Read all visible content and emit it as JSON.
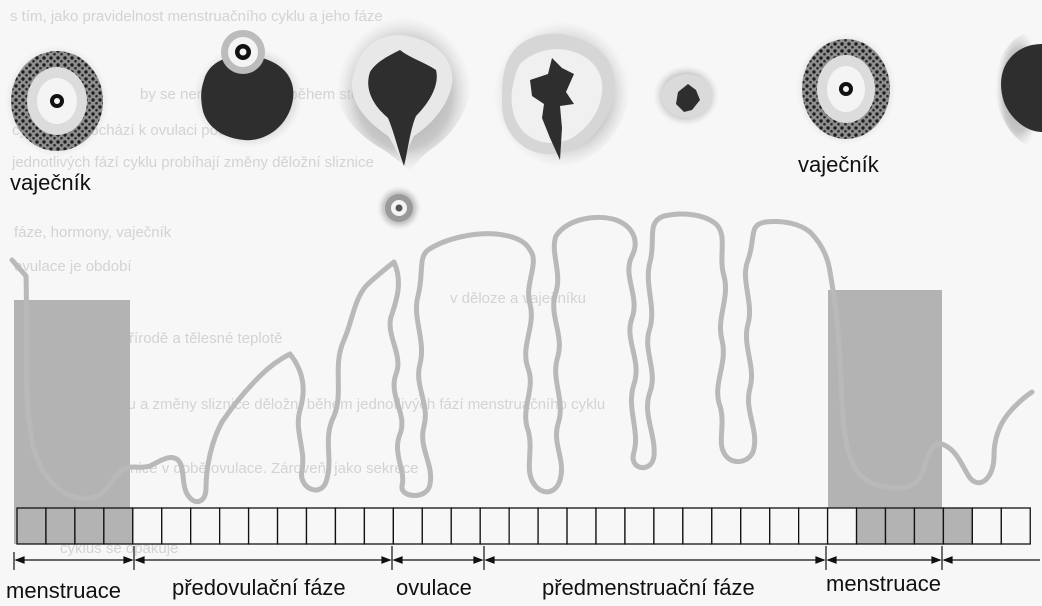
{
  "labels": {
    "ovary_left": "vaječník",
    "ovary_right": "vaječník"
  },
  "phases": [
    {
      "key": "menstruation_1",
      "label": "menstruace"
    },
    {
      "key": "preovulation",
      "label": "předovulační fáze"
    },
    {
      "key": "ovulation",
      "label": "ovulace"
    },
    {
      "key": "premenstruation",
      "label": "předmenstruační fáze"
    },
    {
      "key": "menstruation_2",
      "label": "menstruace"
    }
  ],
  "day_strip": {
    "total_days": 35,
    "menstruation_days": [
      1,
      2,
      3,
      4,
      30,
      31,
      32,
      33
    ]
  },
  "bleedthrough": [
    "s tím, jako pravidelnost menstruačního cyklu a jeho fáze",
    "by se neměla ovulace během stejného dne",
    "cyklu, kdy dochází k ovulaci podle typu",
    "jednotlivých fází cyklu probíhají změny děložní sliznice",
    "fáze, hormony, vaječník",
    "ovulace je období",
    "v děloze a vaječníku",
    "o fázích cyklu v přírodě a tělesné teplotě",
    "trvání cyklu a změny sliznice děložní během jednotlivých fází menstruačního cyklu",
    "změny sliznice v době ovulace. Zároveň, jako sekrece",
    "cyklus se opakuje"
  ],
  "colors": {
    "background": "#f7f7f7",
    "ink": "#111111",
    "menstrual_band": "#b3b3b3",
    "follicle_dark": "#2e2e2e",
    "ghost_text": "#d3d3d3"
  }
}
